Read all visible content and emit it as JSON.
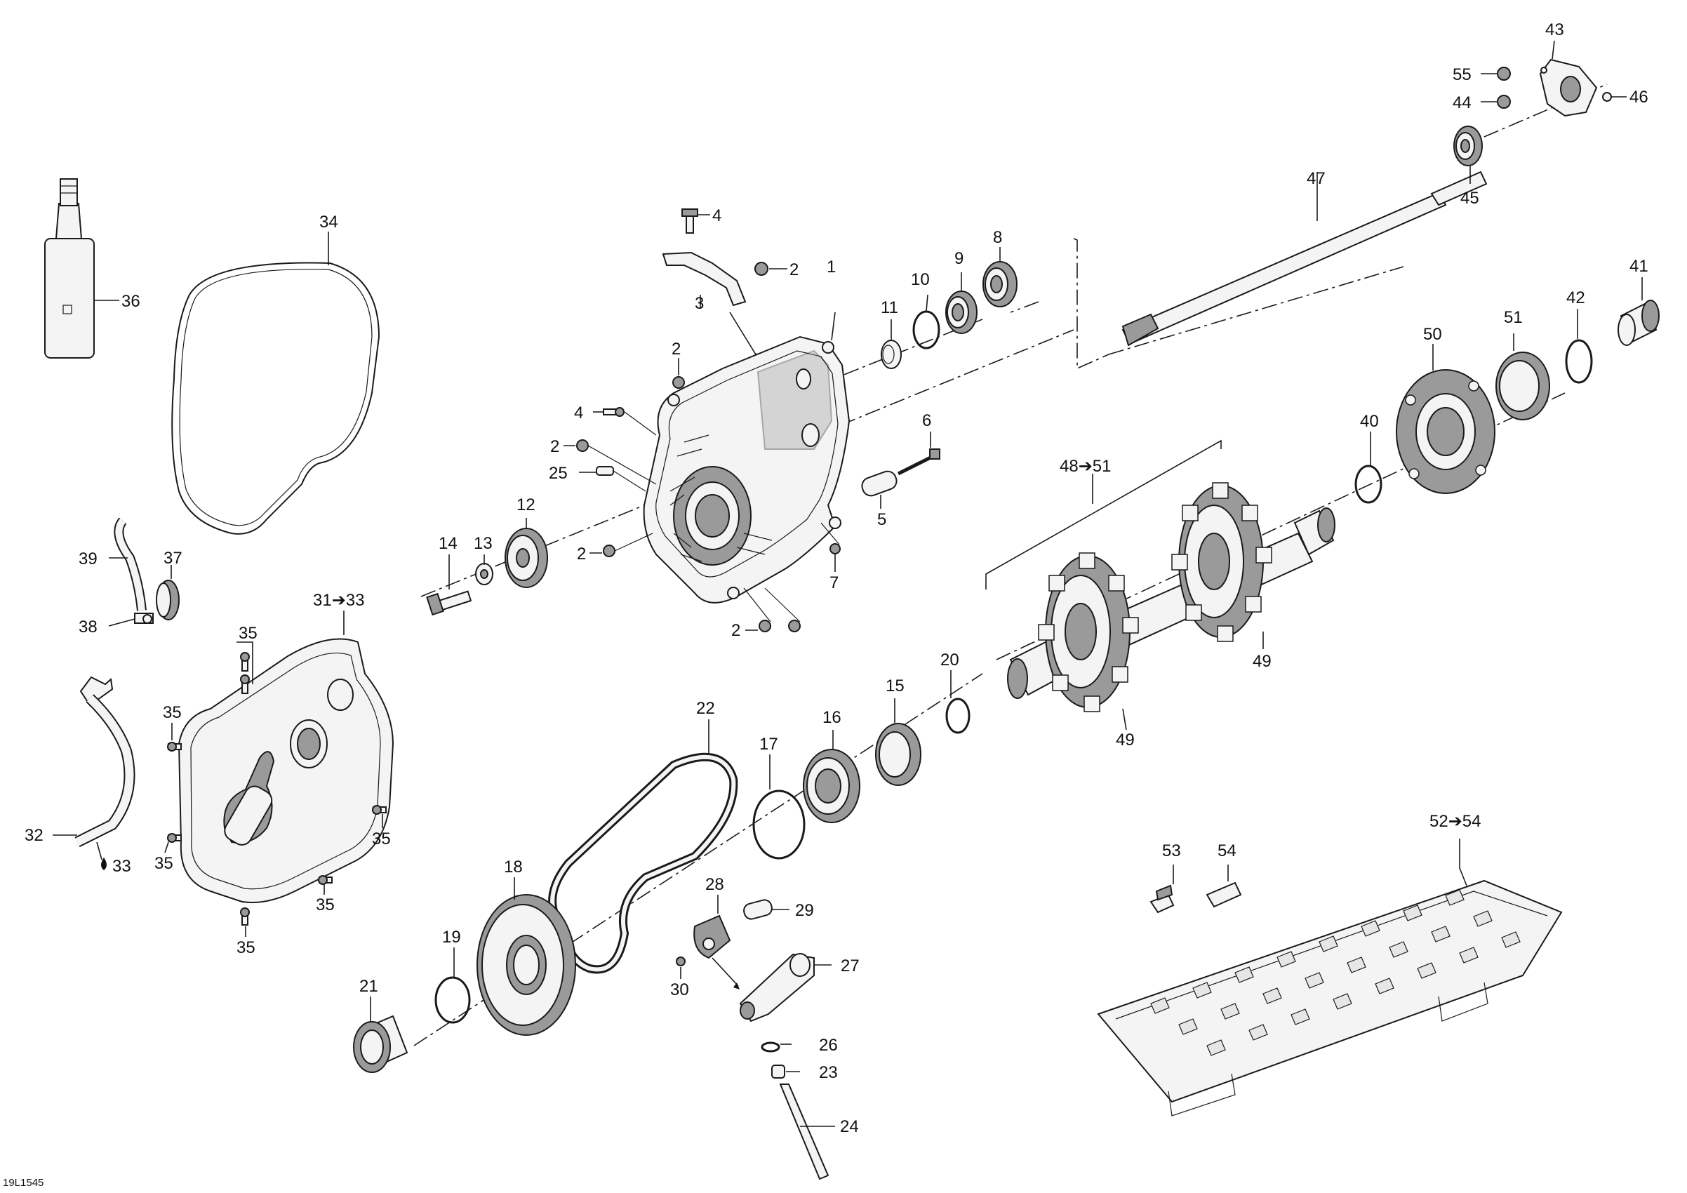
{
  "drawing_ref": "19L1545",
  "callouts": [
    {
      "id": "c1",
      "text": "1"
    },
    {
      "id": "c2a",
      "text": "2"
    },
    {
      "id": "c2b",
      "text": "2"
    },
    {
      "id": "c2c",
      "text": "2"
    },
    {
      "id": "c2d",
      "text": "2"
    },
    {
      "id": "c2e",
      "text": "2"
    },
    {
      "id": "c3",
      "text": "3"
    },
    {
      "id": "c4a",
      "text": "4"
    },
    {
      "id": "c4b",
      "text": "4"
    },
    {
      "id": "c5",
      "text": "5"
    },
    {
      "id": "c6",
      "text": "6"
    },
    {
      "id": "c7",
      "text": "7"
    },
    {
      "id": "c8",
      "text": "8"
    },
    {
      "id": "c9",
      "text": "9"
    },
    {
      "id": "c10",
      "text": "10"
    },
    {
      "id": "c11",
      "text": "11"
    },
    {
      "id": "c12",
      "text": "12"
    },
    {
      "id": "c13",
      "text": "13"
    },
    {
      "id": "c14",
      "text": "14"
    },
    {
      "id": "c15",
      "text": "15"
    },
    {
      "id": "c16",
      "text": "16"
    },
    {
      "id": "c17",
      "text": "17"
    },
    {
      "id": "c18",
      "text": "18"
    },
    {
      "id": "c19",
      "text": "19"
    },
    {
      "id": "c20",
      "text": "20"
    },
    {
      "id": "c21",
      "text": "21"
    },
    {
      "id": "c22",
      "text": "22"
    },
    {
      "id": "c23",
      "text": "23"
    },
    {
      "id": "c24",
      "text": "24"
    },
    {
      "id": "c25",
      "text": "25"
    },
    {
      "id": "c26",
      "text": "26"
    },
    {
      "id": "c27",
      "text": "27"
    },
    {
      "id": "c28",
      "text": "28"
    },
    {
      "id": "c29",
      "text": "29"
    },
    {
      "id": "c30",
      "text": "30"
    },
    {
      "id": "c31",
      "text": "31➔33"
    },
    {
      "id": "c32",
      "text": "32"
    },
    {
      "id": "c33",
      "text": "33"
    },
    {
      "id": "c34",
      "text": "34"
    },
    {
      "id": "c35a",
      "text": "35"
    },
    {
      "id": "c35b",
      "text": "35"
    },
    {
      "id": "c35c",
      "text": "35"
    },
    {
      "id": "c35d",
      "text": "35"
    },
    {
      "id": "c35e",
      "text": "35"
    },
    {
      "id": "c35f",
      "text": "35"
    },
    {
      "id": "c36",
      "text": "36"
    },
    {
      "id": "c37",
      "text": "37"
    },
    {
      "id": "c38",
      "text": "38"
    },
    {
      "id": "c39",
      "text": "39"
    },
    {
      "id": "c40",
      "text": "40"
    },
    {
      "id": "c41",
      "text": "41"
    },
    {
      "id": "c42",
      "text": "42"
    },
    {
      "id": "c43",
      "text": "43"
    },
    {
      "id": "c44",
      "text": "44"
    },
    {
      "id": "c45",
      "text": "45"
    },
    {
      "id": "c46",
      "text": "46"
    },
    {
      "id": "c47",
      "text": "47"
    },
    {
      "id": "c48",
      "text": "48➔51"
    },
    {
      "id": "c49a",
      "text": "49"
    },
    {
      "id": "c49b",
      "text": "49"
    },
    {
      "id": "c50",
      "text": "50"
    },
    {
      "id": "c51",
      "text": "51"
    },
    {
      "id": "c52",
      "text": "52➔54"
    },
    {
      "id": "c53",
      "text": "53"
    },
    {
      "id": "c54",
      "text": "54"
    },
    {
      "id": "c55",
      "text": "55"
    }
  ]
}
